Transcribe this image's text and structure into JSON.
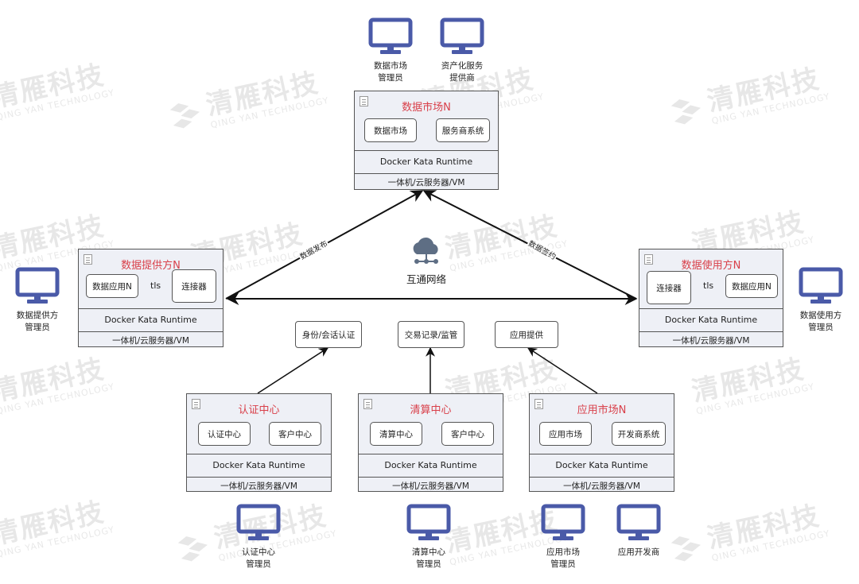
{
  "watermark": {
    "brand": "清雁科技",
    "brand_en": "QING YAN TECHNOLOGY"
  },
  "network": {
    "label": "互通网络"
  },
  "edges": {
    "publish": "数据发布",
    "sign": "数据签约"
  },
  "services": {
    "identity": "身份/会话认证",
    "audit": "交易记录/监管",
    "app_provide": "应用提供"
  },
  "nodes": {
    "market": {
      "title": "数据市场N",
      "box1": "数据市场",
      "box2": "服务商系统",
      "runtime": "Docker Kata Runtime",
      "hardware": "一体机/云服务器/VM"
    },
    "provider": {
      "title": "数据提供方N",
      "box1": "数据应用N",
      "tls": "tls",
      "box2": "连接器",
      "runtime": "Docker Kata Runtime",
      "hardware": "一体机/云服务器/VM"
    },
    "consumer": {
      "title": "数据使用方N",
      "box1": "连接器",
      "tls": "tls",
      "box2": "数据应用N",
      "runtime": "Docker Kata Runtime",
      "hardware": "一体机/云服务器/VM"
    },
    "auth": {
      "title": "认证中心",
      "box1": "认证中心",
      "box2": "客户中心",
      "runtime": "Docker Kata Runtime",
      "hardware": "一体机/云服务器/VM"
    },
    "clearing": {
      "title": "清算中心",
      "box1": "清算中心",
      "box2": "客户中心",
      "runtime": "Docker Kata Runtime",
      "hardware": "一体机/云服务器/VM"
    },
    "appmarket": {
      "title": "应用市场N",
      "box1": "应用市场",
      "box2": "开发商系统",
      "runtime": "Docker Kata Runtime",
      "hardware": "一体机/云服务器/VM"
    }
  },
  "monitors": {
    "market_admin": "数据市场\n管理员",
    "asset_provider": "资产化服务\n提供商",
    "provider_admin": "数据提供方\n管理员",
    "consumer_admin": "数据使用方\n管理员",
    "auth_admin": "认证中心\n管理员",
    "clearing_admin": "清算中心\n管理员",
    "app_admin": "应用市场\n管理员",
    "app_dev": "应用开发商"
  },
  "colors": {
    "accent_title": "#d9404a",
    "monitor": "#4a5aa8",
    "node_fill": "#eef0f6",
    "cloud": "#5e6e84"
  }
}
